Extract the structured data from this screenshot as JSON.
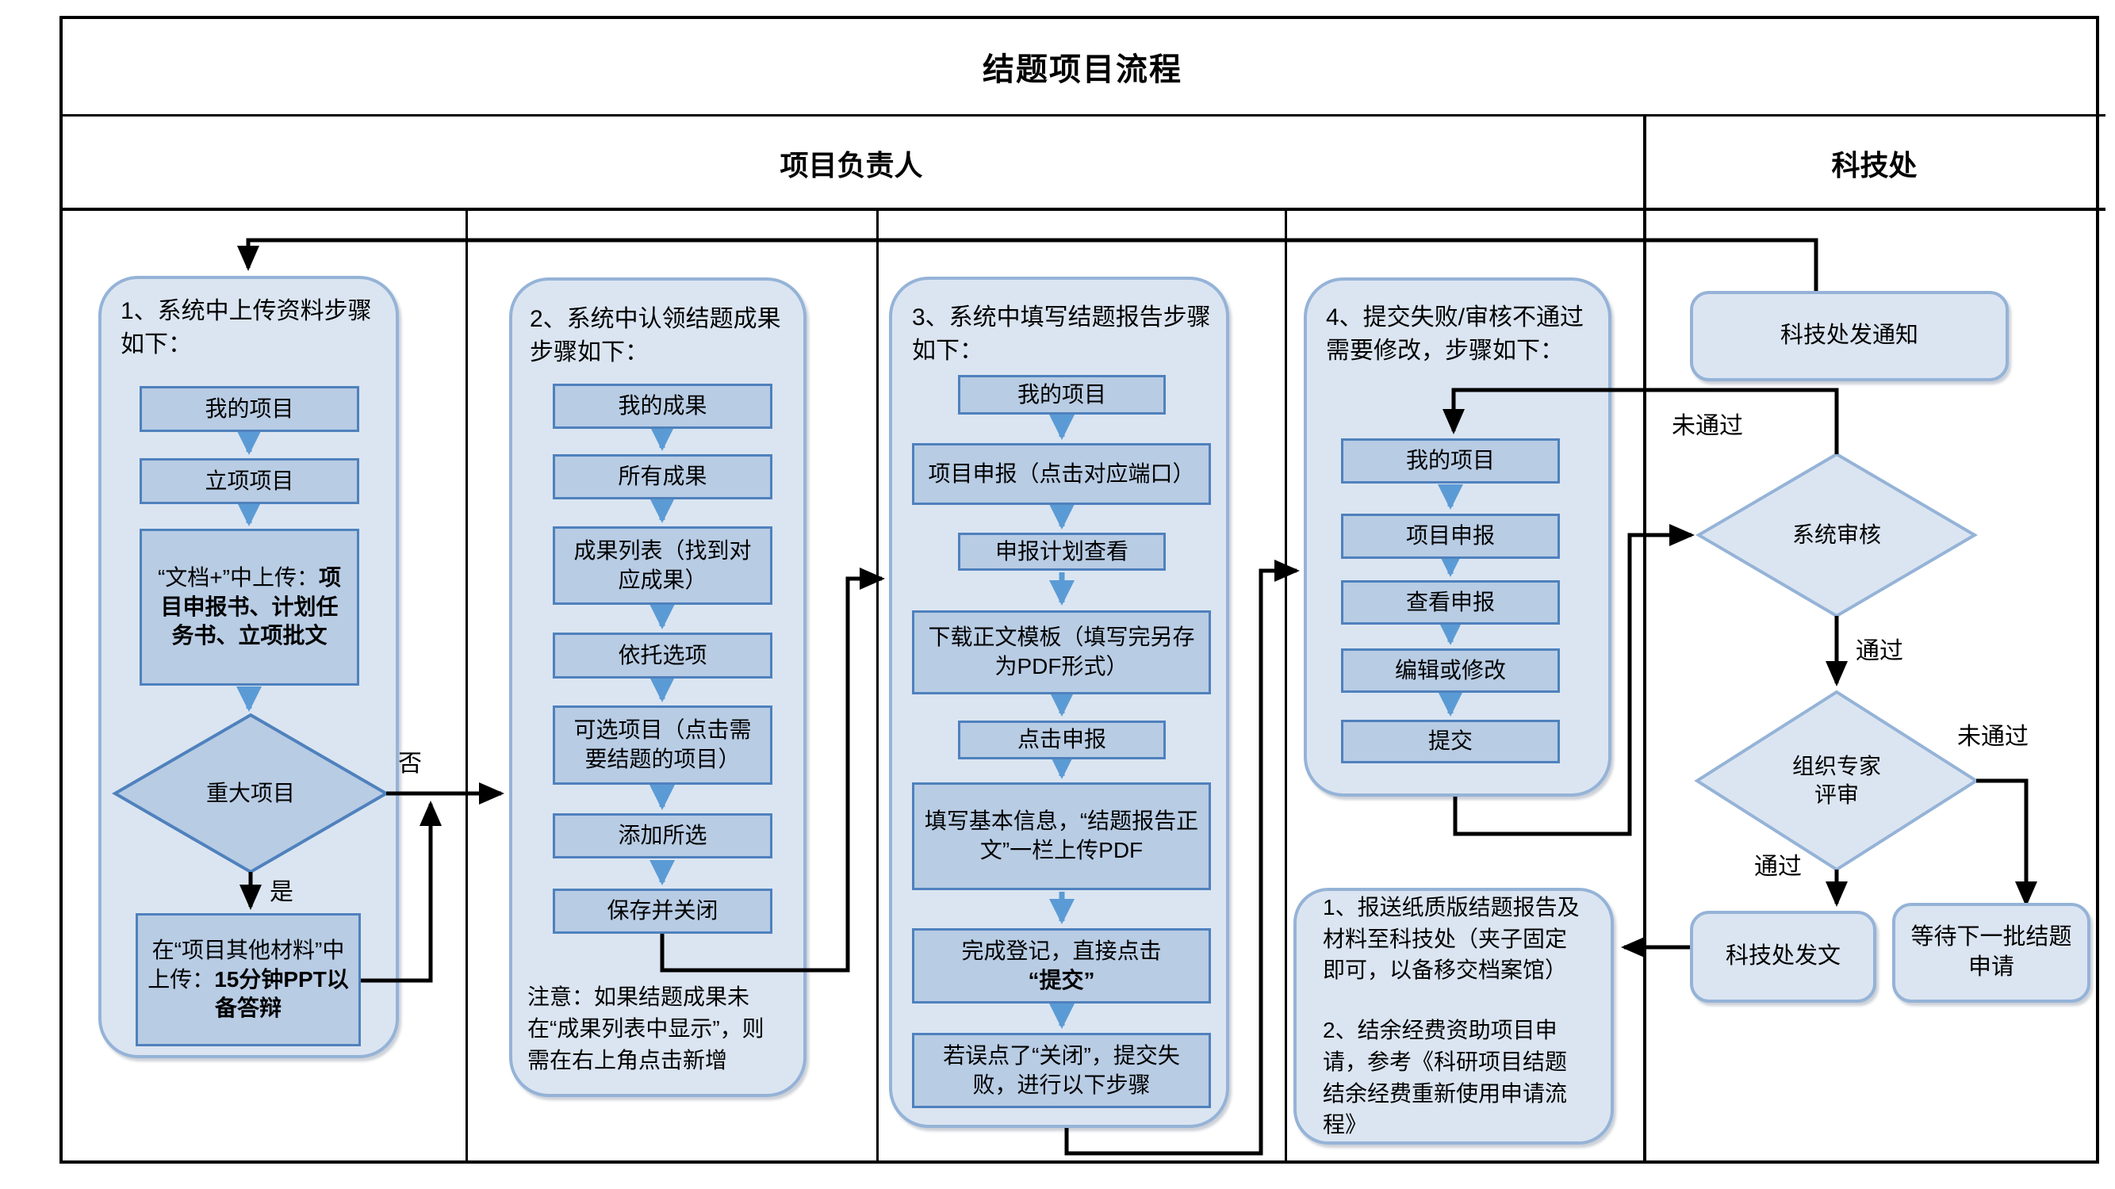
{
  "title": "结题项目流程",
  "lanes": {
    "owner": "项目负责人",
    "office": "科技处"
  },
  "labels": {
    "yes": "是",
    "no": "否",
    "pass1": "通过",
    "pass2": "通过",
    "fail1": "未通过",
    "fail2": "未通过"
  },
  "col1": {
    "header": "1、系统中上传资料步骤如下：",
    "box1": "我的项目",
    "box2": "立项项目",
    "box3_normal": "“文档+”中上传：",
    "box3_bold": "项目申报书、计划任务书、立项批文",
    "diamond": "重大项目",
    "box4_normal": "在“项目其他材料”中上传：",
    "box4_bold": "15分钟PPT以备答辩"
  },
  "col2": {
    "header": "2、系统中认领结题成果步骤如下：",
    "boxes": [
      "我的成果",
      "所有成果",
      "成果列表（找到对应成果）",
      "依托选项",
      "可选项目（点击需要结题的项目）",
      "添加所选",
      "保存并关闭"
    ],
    "note": "注意：如果结题成果未在“成果列表中显示”，则需在右上角点击新增"
  },
  "col3": {
    "header": "3、系统中填写结题报告步骤如下：",
    "boxes": [
      "我的项目",
      "项目申报（点击对应端口）",
      "申报计划查看",
      "下载正文模板（填写完另存为PDF形式）",
      "点击申报",
      "填写基本信息，“结题报告正文”一栏上传PDF"
    ],
    "box7_normal": "完成登记，直接点击",
    "box7_bold": "“提交”",
    "box8": "若误点了“关闭”，提交失败，进行以下步骤"
  },
  "col4": {
    "header": "4、提交失败/审核不通过需要修改，步骤如下：",
    "boxes": [
      "我的项目",
      "项目申报",
      "查看申报",
      "编辑或修改",
      "提交"
    ],
    "note1": "1、报送纸质版结题报告及材料至科技处（夹子固定即可，以备移交档案馆）",
    "note2": "2、结余经费资助项目申请，参考《科研项目结题结余经费重新使用申请流程》"
  },
  "office": {
    "notify": "科技处发通知",
    "diamond1": "系统审核",
    "diamond2": "组织专家评审",
    "issue": "科技处发文",
    "wait": "等待下一批结题申请"
  },
  "colors": {
    "container_fill": "#dbe5f1",
    "container_border": "#95b3d7",
    "box_fill": "#b8cce4",
    "box_border": "#4f81bd",
    "flow_arrow_blue": "#5b9bd5",
    "connector": "#000000"
  }
}
